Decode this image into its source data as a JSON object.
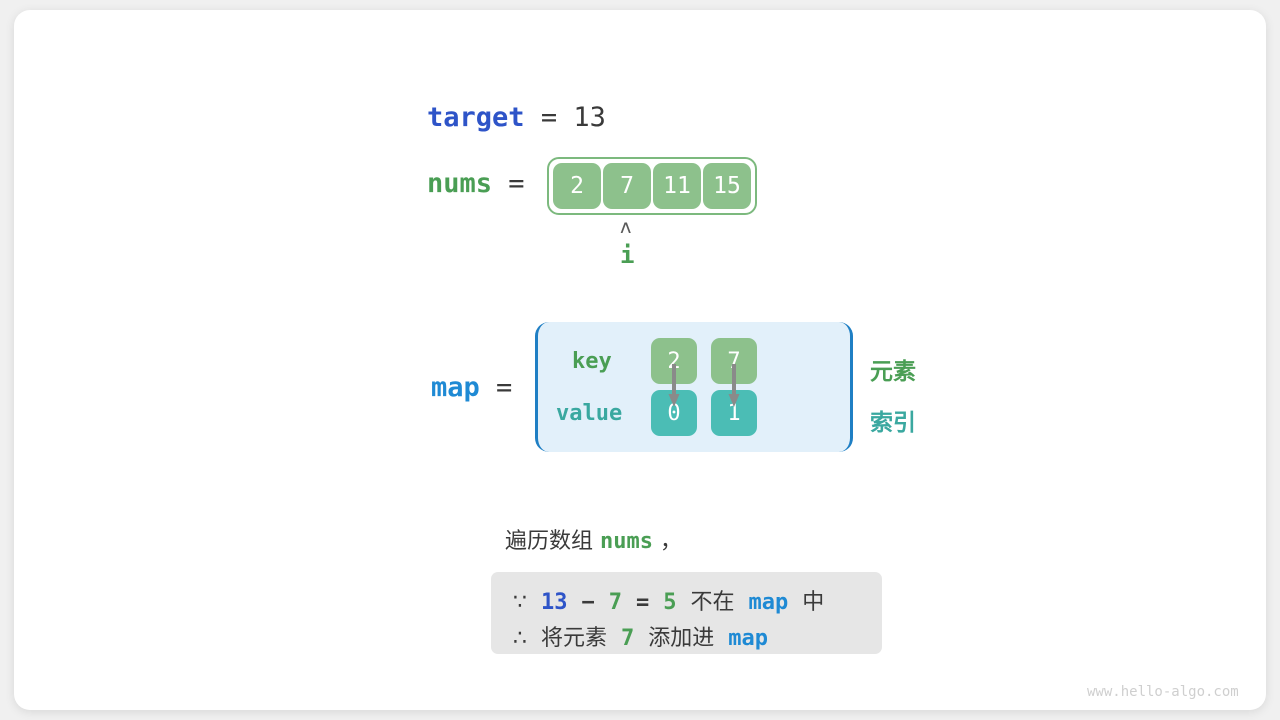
{
  "watermark": "www.hello-algo.com",
  "target": {
    "name": "target",
    "equals": "=",
    "value": "13"
  },
  "nums": {
    "name": "nums",
    "equals": "=",
    "cells": [
      "2",
      "7",
      "11",
      "15"
    ],
    "pointer": {
      "caret": "ʌ",
      "label": "i",
      "index": 1
    }
  },
  "map": {
    "name": "map",
    "equals": "=",
    "key_label": "key",
    "value_label": "value",
    "entries": [
      {
        "key": "2",
        "value": "0"
      },
      {
        "key": "7",
        "value": "1"
      }
    ],
    "side_labels": {
      "key_meaning": "元素",
      "value_meaning": "索引"
    }
  },
  "explanation": {
    "caption_prefix": "遍历数组",
    "caption_keyword": "nums",
    "caption_suffix": "，",
    "line1": {
      "symbol": "∵",
      "a": "13",
      "minus": "−",
      "b": "7",
      "eq": "=",
      "result": "5",
      "text_mid": "不在",
      "map_word": "map",
      "text_end": "中"
    },
    "line2": {
      "symbol": "∴",
      "text_start": "将元素",
      "element": "7",
      "text_mid": "添加进",
      "map_word": "map"
    }
  },
  "colors": {
    "target_name": "#2e54c8",
    "nums_name": "#4a9e54",
    "map_name": "#1f8ad4",
    "array_cell": "#8dc18c",
    "array_border": "#7cb97e",
    "map_bg": "#e2f0fa",
    "map_border": "#1f7fc4",
    "value_cell": "#4bbdb5",
    "note_bg": "#e6e6e6",
    "arrow": "#8a8a8a"
  }
}
